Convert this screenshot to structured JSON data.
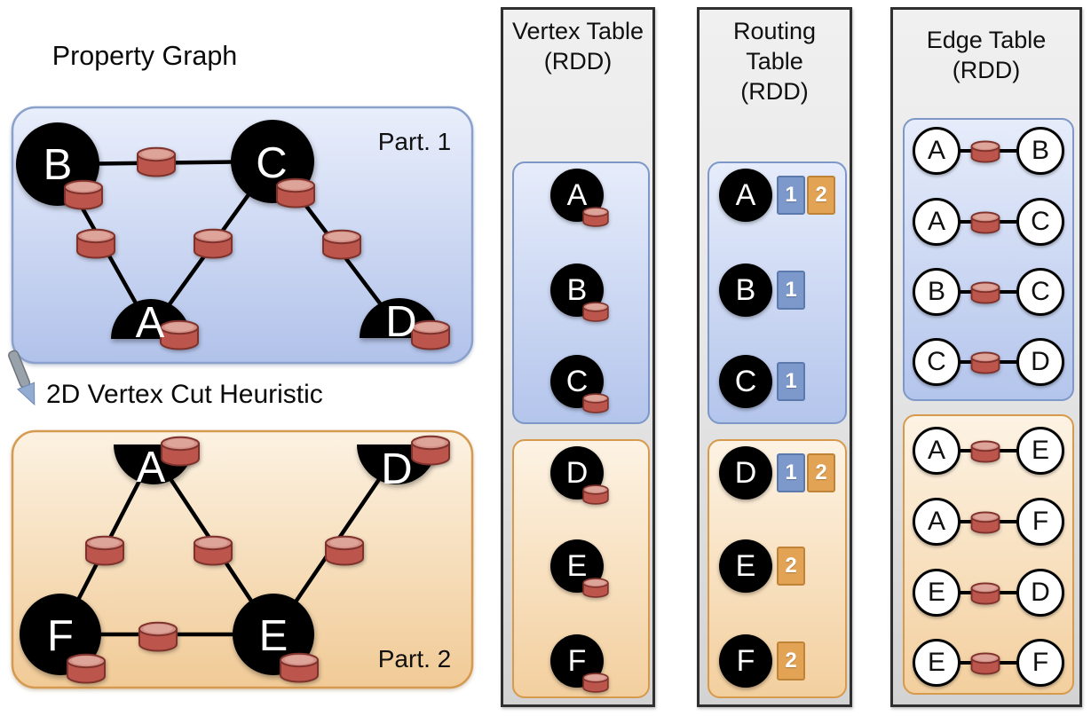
{
  "property_graph": {
    "title": "Property Graph",
    "heuristic_label": "2D Vertex Cut Heuristic",
    "part1": {
      "label": "Part. 1",
      "nodes": [
        "B",
        "C",
        "A",
        "D"
      ],
      "edges": [
        [
          "B",
          "C"
        ],
        [
          "B",
          "A"
        ],
        [
          "C",
          "A"
        ],
        [
          "C",
          "D"
        ]
      ]
    },
    "part2": {
      "label": "Part. 2",
      "nodes": [
        "A",
        "D",
        "F",
        "E"
      ],
      "edges": [
        [
          "A",
          "F"
        ],
        [
          "A",
          "E"
        ],
        [
          "E",
          "D"
        ],
        [
          "F",
          "E"
        ]
      ]
    }
  },
  "vertex_table": {
    "title": [
      "Vertex Table",
      "(RDD)"
    ],
    "part1": [
      "A",
      "B",
      "C"
    ],
    "part2": [
      "D",
      "E",
      "F"
    ]
  },
  "routing_table": {
    "title": [
      "Routing",
      "Table",
      "(RDD)"
    ],
    "part1": [
      {
        "vertex": "A",
        "partitions": [
          "1",
          "2"
        ]
      },
      {
        "vertex": "B",
        "partitions": [
          "1"
        ]
      },
      {
        "vertex": "C",
        "partitions": [
          "1"
        ]
      }
    ],
    "part2": [
      {
        "vertex": "D",
        "partitions": [
          "1",
          "2"
        ]
      },
      {
        "vertex": "E",
        "partitions": [
          "2"
        ]
      },
      {
        "vertex": "F",
        "partitions": [
          "2"
        ]
      }
    ]
  },
  "edge_table": {
    "title": [
      "Edge Table",
      "(RDD)"
    ],
    "part1": [
      [
        "A",
        "B"
      ],
      [
        "A",
        "C"
      ],
      [
        "B",
        "C"
      ],
      [
        "C",
        "D"
      ]
    ],
    "part2": [
      [
        "A",
        "E"
      ],
      [
        "A",
        "F"
      ],
      [
        "E",
        "D"
      ],
      [
        "E",
        "F"
      ]
    ]
  },
  "colors": {
    "partition1_fill_top": "#e6ecfa",
    "partition1_fill_bottom": "#b4c5ec",
    "partition1_border": "#7d98c8",
    "partition2_fill_top": "#fdf3e4",
    "partition2_fill_bottom": "#f3cf9e",
    "partition2_border": "#d79a4c",
    "property_cylinder_body": "#bd574e",
    "property_cylinder_top": "#d8938b",
    "routing_partition1_square": "#7d99cb",
    "routing_partition2_square": "#e2a355",
    "vertex_node": "#000000",
    "table_background": "#e7e7e7"
  }
}
